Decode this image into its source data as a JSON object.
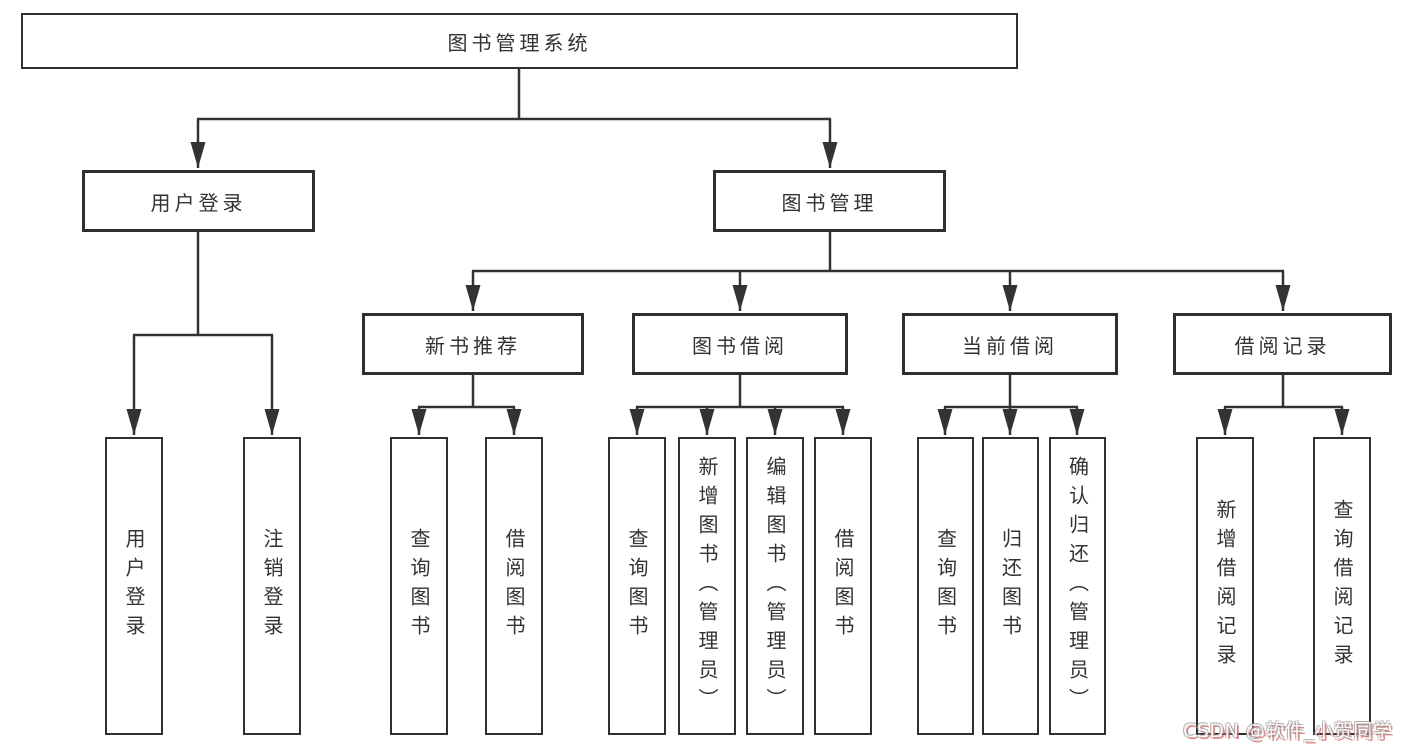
{
  "diagram_title": "图书管理系统",
  "nodes": {
    "root": "图书管理系统",
    "userLogin": "用户登录",
    "bookMgmt": "图书管理",
    "newBookRec": "新书推荐",
    "bookBorrow": "图书借阅",
    "currentBorrow": "当前借阅",
    "borrowRecords": "借阅记录",
    "leafUserLogin": "用户登录",
    "leafLogout": "注销登录",
    "leafQueryBook1": "查询图书",
    "leafBorrowBook1": "借阅图书",
    "leafQueryBook2": "查询图书",
    "leafAddBook": "新增图书（管理员）",
    "leafEditBook": "编辑图书（管理员）",
    "leafBorrowBook2": "借阅图书",
    "leafQueryBook3": "查询图书",
    "leafReturnBook": "归还图书",
    "leafConfirmReturn": "确认归还（管理员）",
    "leafAddRecord": "新增借阅记录",
    "leafQueryRecord": "查询借阅记录"
  },
  "structure": {
    "图书管理系统": {
      "用户登录": [
        "用户登录",
        "注销登录"
      ],
      "图书管理": {
        "新书推荐": [
          "查询图书",
          "借阅图书"
        ],
        "图书借阅": [
          "查询图书",
          "新增图书（管理员）",
          "编辑图书（管理员）",
          "借阅图书"
        ],
        "当前借阅": [
          "查询图书",
          "归还图书",
          "确认归还（管理员）"
        ],
        "借阅记录": [
          "新增借阅记录",
          "查询借阅记录"
        ]
      }
    }
  },
  "watermark": "CSDN @软件_小贺同学",
  "colors": {
    "line": "#333333",
    "box_border": "#2f2f2f",
    "text": "#333333",
    "watermark_red": "#e05c5c"
  }
}
